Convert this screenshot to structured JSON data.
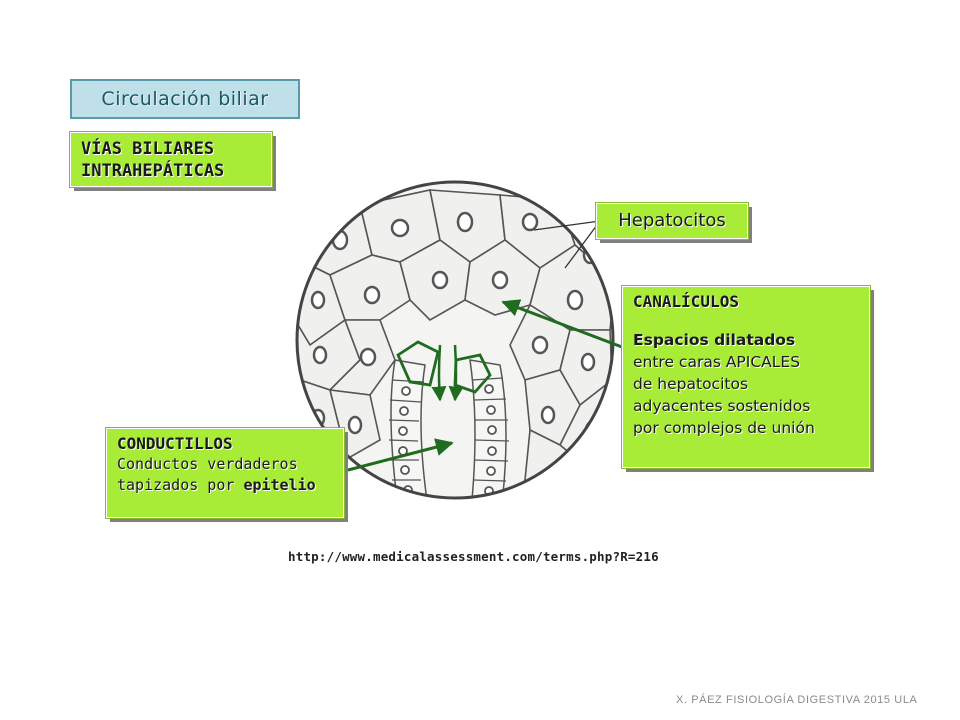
{
  "title": "Circulación biliar",
  "vias": {
    "line1": "VÍAS BILIARES",
    "line2": "INTRAHEPÁTICAS"
  },
  "hepatocitos": "Hepatocitos",
  "canaliculos": {
    "title": "CANALÍCULOS",
    "line1": "Espacios dilatados",
    "line2a": "entre caras ",
    "line2b": "APICALES",
    "line3": "de hepatocitos",
    "line4": "adyacentes sostenidos",
    "line5": "por complejos de unión"
  },
  "conductillos": {
    "title": "CONDUCTILLOS",
    "line1": "Conductos verdaderos",
    "line2a": "tapizados por ",
    "line2b": "epitelio"
  },
  "source_url": "http://www.medicalassessment.com/terms.php?R=216",
  "footer": "X. PÁEZ   FISIOLOGÍA DIGESTIVA 2015  ULA",
  "colors": {
    "label_bg": "#a8ec38",
    "title_bg": "#bfe0e8",
    "arrow": "#1f6b1f",
    "cell_outline": "#555555"
  }
}
